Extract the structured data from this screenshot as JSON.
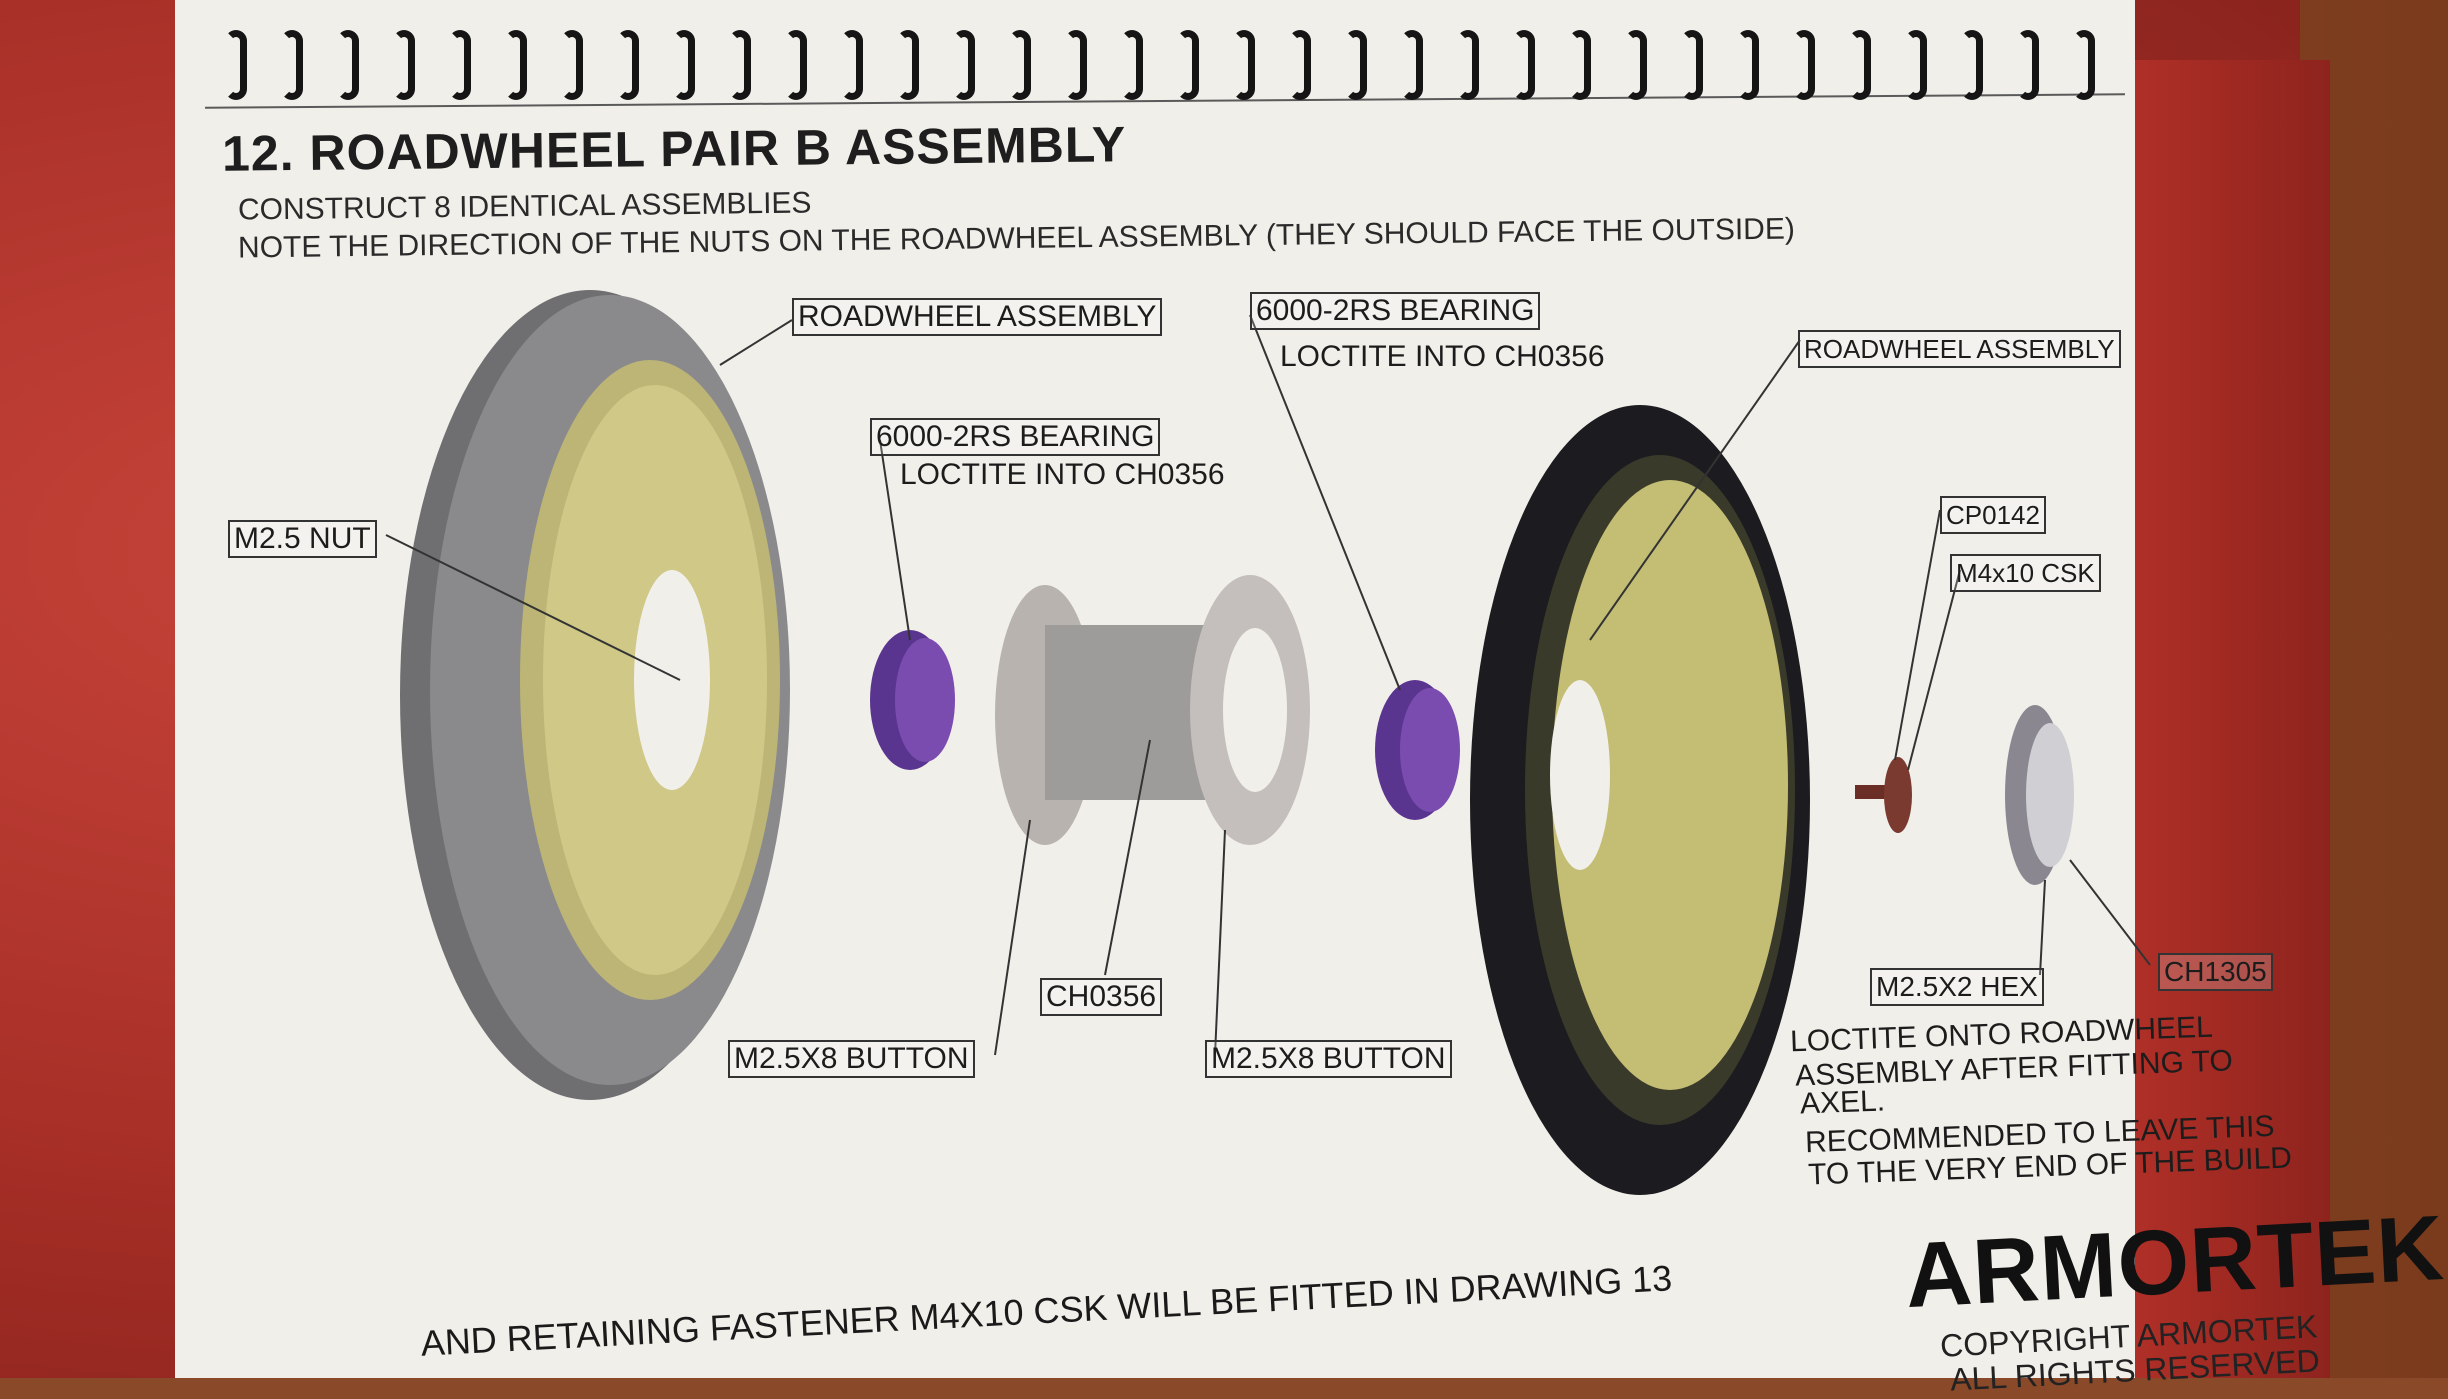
{
  "title": "12. ROADWHEEL PAIR B ASSEMBLY",
  "instructions": [
    "CONSTRUCT 8 IDENTICAL ASSEMBLIES",
    "NOTE THE DIRECTION OF THE NUTS ON THE ROADWHEEL ASSEMBLY (THEY SHOULD FACE THE OUTSIDE)"
  ],
  "callouts": {
    "roadwheel_left": "ROADWHEEL ASSEMBLY",
    "bearing_left": "6000-2RS BEARING",
    "bearing_left_note": "LOCTITE INTO CH0356",
    "bearing_right": "6000-2RS BEARING",
    "bearing_right_note": "LOCTITE INTO CH0356",
    "roadwheel_right": "ROADWHEEL ASSEMBLY",
    "nut": "M2.5 NUT",
    "cp0142": "CP0142",
    "m4x10": "M4x10 CSK",
    "ch0356": "CH0356",
    "button_left": "M2.5X8 BUTTON",
    "button_right": "M2.5X8 BUTTON",
    "hex": "M2.5X2 HEX",
    "ch1305": "CH1305"
  },
  "hub_note": [
    "LOCTITE ONTO ROADWHEEL",
    "ASSEMBLY AFTER FITTING TO",
    "AXEL.",
    "RECOMMENDED TO LEAVE THIS",
    "TO THE VERY END OF THE BUILD"
  ],
  "footer_text": "AND RETAINING FASTENER M4X10 CSK WILL BE FITTED IN DRAWING 13",
  "brand": "ARMORTEK",
  "copyright": [
    "COPYRIGHT ARMORTEK",
    "ALL RIGHTS RESERVED"
  ],
  "colors": {
    "leather": "#b8332a",
    "paper": "#f1efea",
    "tyre_grey": "#7a7a7c",
    "tyre_black": "#1e1e22",
    "wheel_yellow": "#c9c27a",
    "bearing_purple": "#6b3fa0",
    "bolt_brown": "#7a3a30"
  }
}
